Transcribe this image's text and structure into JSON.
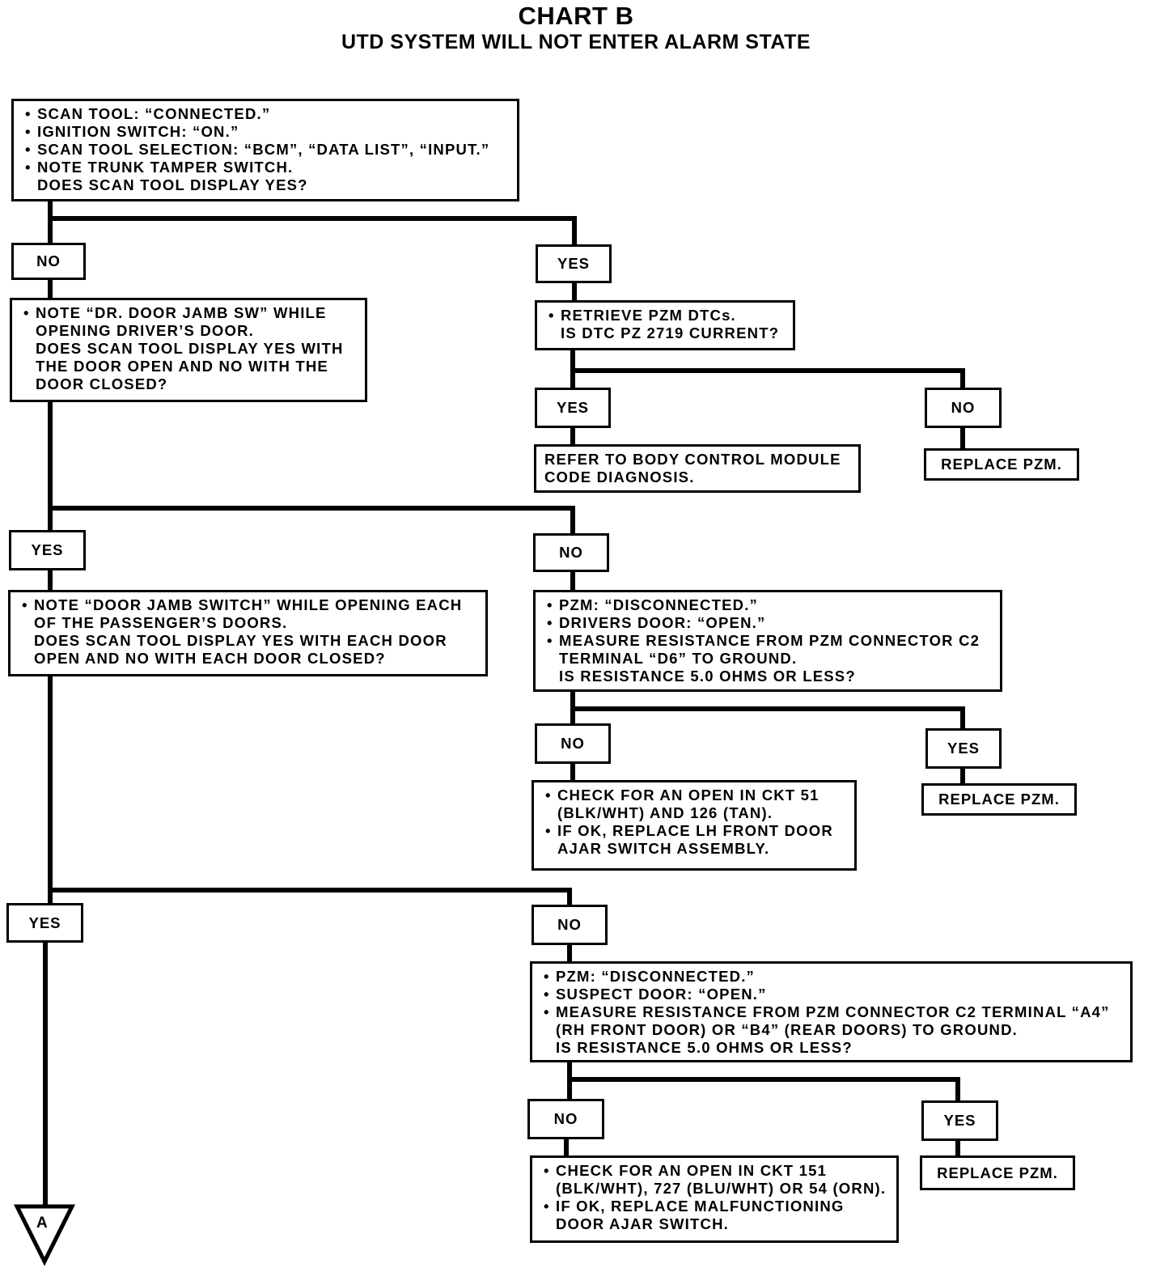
{
  "title": "CHART B",
  "subtitle": "UTD SYSTEM WILL NOT ENTER ALARM STATE",
  "steps": {
    "s1": [
      "SCAN TOOL: “CONNECTED.”",
      "IGNITION SWITCH: “ON.”",
      "SCAN TOOL SELECTION: “BCM”, “DATA LIST”, “INPUT.”",
      "NOTE TRUNK TAMPER SWITCH.",
      "DOES SCAN TOOL DISPLAY YES?"
    ],
    "s2": [
      "NOTE “DR. DOOR JAMB SW” WHILE",
      "OPENING DRIVER’S DOOR.",
      "DOES SCAN TOOL DISPLAY YES WITH",
      "THE DOOR OPEN AND NO WITH THE",
      "DOOR CLOSED?"
    ],
    "s3": [
      "RETRIEVE PZM DTCs.",
      "IS DTC PZ 2719 CURRENT?"
    ],
    "s4": [
      "REFER TO BODY CONTROL MODULE",
      "CODE DIAGNOSIS."
    ],
    "s5": "REPLACE PZM.",
    "s6": [
      "NOTE “DOOR JAMB SWITCH” WHILE OPENING EACH",
      "OF THE PASSENGER’S DOORS.",
      "DOES SCAN TOOL DISPLAY YES WITH EACH DOOR",
      "OPEN AND NO WITH EACH DOOR CLOSED?"
    ],
    "s7": [
      "PZM: “DISCONNECTED.”",
      "DRIVERS DOOR: “OPEN.”",
      "MEASURE RESISTANCE FROM PZM CONNECTOR C2",
      "TERMINAL “D6” TO GROUND.",
      "IS RESISTANCE 5.0 OHMS OR LESS?"
    ],
    "s8": [
      "CHECK FOR AN OPEN IN CKT 51",
      "(BLK/WHT) AND 126 (TAN).",
      "IF OK, REPLACE LH FRONT DOOR",
      "AJAR SWITCH ASSEMBLY."
    ],
    "s9": "REPLACE PZM.",
    "s10": [
      "PZM: “DISCONNECTED.”",
      "SUSPECT DOOR: “OPEN.”",
      "MEASURE RESISTANCE FROM PZM CONNECTOR C2 TERMINAL “A4”",
      "(RH FRONT DOOR) OR “B4” (REAR DOORS) TO GROUND.",
      "IS RESISTANCE 5.0 OHMS OR LESS?"
    ],
    "s11": [
      "CHECK FOR AN OPEN IN CKT 151",
      "(BLK/WHT), 727 (BLU/WHT) OR 54 (ORN).",
      "IF OK, REPLACE MALFUNCTIONING",
      "DOOR AJAR SWITCH."
    ],
    "s12": "REPLACE PZM."
  },
  "branches": {
    "no1": "NO",
    "yes1": "YES",
    "yes2": "YES",
    "no2": "NO",
    "yes3": "YES",
    "no3": "NO",
    "no4": "NO",
    "yes4": "YES",
    "yes5": "YES",
    "no5": "NO",
    "no6": "NO",
    "yes6": "YES"
  },
  "connector": "A"
}
